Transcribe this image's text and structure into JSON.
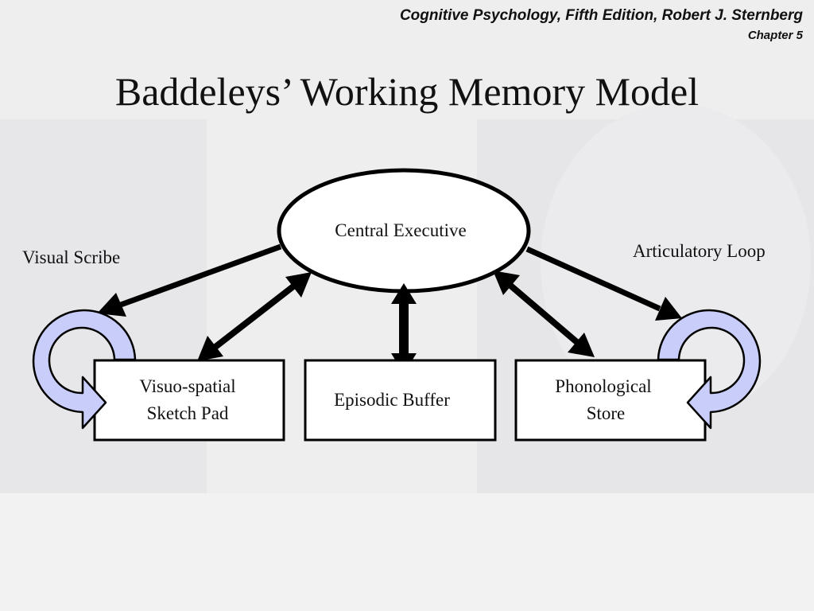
{
  "header": {
    "book_line": "Cognitive Psychology, Fifth Edition, Robert J. Sternberg",
    "chapter_line": "Chapter 5"
  },
  "slide": {
    "title": "Baddeleys’ Working Memory Model"
  },
  "diagram": {
    "central_executive": "Central Executive",
    "visual_scribe": "Visual Scribe",
    "articulatory_loop": "Articulatory Loop",
    "sketch_pad_line1": "Visuo-spatial",
    "sketch_pad_line2": "Sketch Pad",
    "episodic_buffer": "Episodic Buffer",
    "phonological_line1": "Phonological",
    "phonological_line2": "Store"
  },
  "colors": {
    "loop_fill": "#c8cdfa",
    "box_fill": "#ffffff",
    "stroke": "#000000"
  }
}
